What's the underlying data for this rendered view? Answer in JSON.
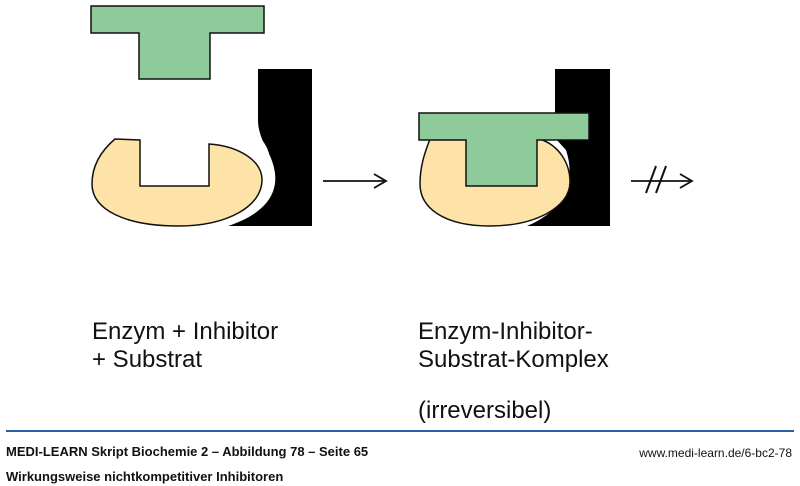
{
  "labels": {
    "left_line1": "Enzym + Inhibitor",
    "left_line2": "+ Substrat",
    "right_line1": "Enzym-Inhibitor-",
    "right_line2": "Substrat-Komplex",
    "right_note": "(irreversibel)"
  },
  "footer": {
    "title": "MEDI-LEARN Skript Biochemie 2 – Abbildung 78 – Seite 65",
    "url": "www.medi-learn.de/6-bc2-78",
    "caption": "Wirkungsweise nichtkompetitiver Inhibitoren"
  },
  "colors": {
    "enzyme": "#fde3a7",
    "substrate": "#8fca9b",
    "inhibitor": "#000000",
    "outline": "#111111",
    "rule": "#2a5da8"
  },
  "icons": {
    "reaction_arrow": "right-arrow-icon",
    "blocked_arrow": "blocked-arrow-icon"
  }
}
